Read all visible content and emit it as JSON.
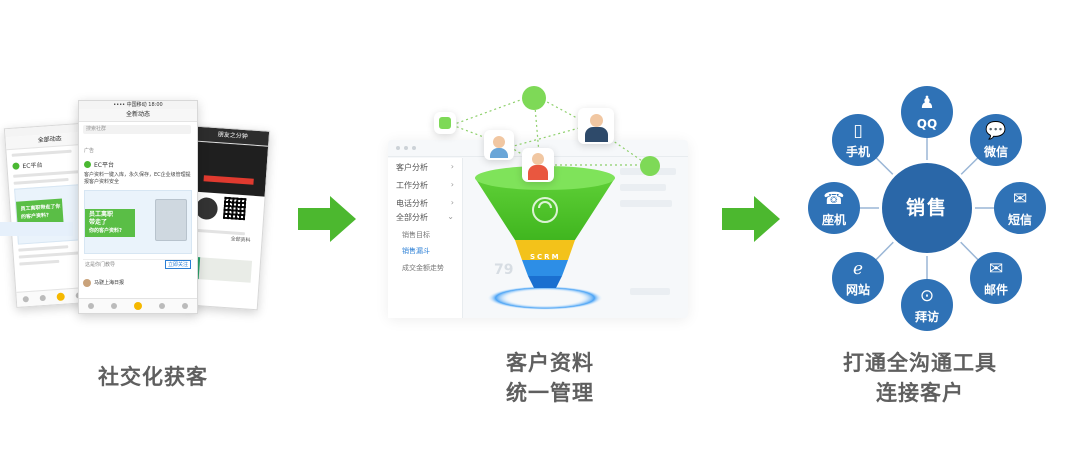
{
  "captions": {
    "social": "社交化获客",
    "crm_line1": "客户资料",
    "crm_line2": "统一管理",
    "channels_line1": "打通全沟通工具",
    "channels_line2": "连接客户"
  },
  "phones": {
    "main": {
      "status": "•••• 中国移动   18:00",
      "title": "全新动态",
      "search_placeholder": "搜索社群",
      "feed_header": "广告",
      "brand": "EC平台",
      "post_text": "客户资料一键入库，永久保存，EC企业级管理提报客户资料安全",
      "ad_text_1": "员工离职",
      "ad_text_2": "带走了",
      "ad_text_3": "你的客户资料?",
      "comment_placeholder": "这是你门教导",
      "follow_button": "立即关注",
      "user_name": "马骁上海日报"
    },
    "left": {
      "title": "全部动态",
      "brand": "EC平台",
      "ad_text": "员工离职带走了你的客户资料?"
    },
    "right": {
      "title": "朋友之分钟",
      "footer": "全部资料"
    }
  },
  "crm": {
    "menu": [
      {
        "label": "客户分析"
      },
      {
        "label": "工作分析"
      },
      {
        "label": "电话分析"
      },
      {
        "label": "全部分析"
      }
    ],
    "submenu": [
      {
        "label": "销售目标",
        "active": false
      },
      {
        "label": "销售漏斗",
        "active": true
      },
      {
        "label": "成交金额走势",
        "active": false
      }
    ],
    "funnel_logo": "SCRM",
    "ghost_value": "79"
  },
  "hub": {
    "center": "销售",
    "center_color": "#2a67a8",
    "node_color": "#2f72b6",
    "nodes": [
      {
        "label": "QQ",
        "icon": "qq-penguin-icon"
      },
      {
        "label": "微信",
        "icon": "wechat-icon"
      },
      {
        "label": "短信",
        "icon": "sms-bubble-icon"
      },
      {
        "label": "邮件",
        "icon": "mail-icon"
      },
      {
        "label": "拜访",
        "icon": "location-pin-icon"
      },
      {
        "label": "网站",
        "icon": "ie-browser-icon"
      },
      {
        "label": "座机",
        "icon": "telephone-icon"
      },
      {
        "label": "手机",
        "icon": "mobile-phone-icon"
      }
    ]
  },
  "arrow_color": "#4cb82f"
}
